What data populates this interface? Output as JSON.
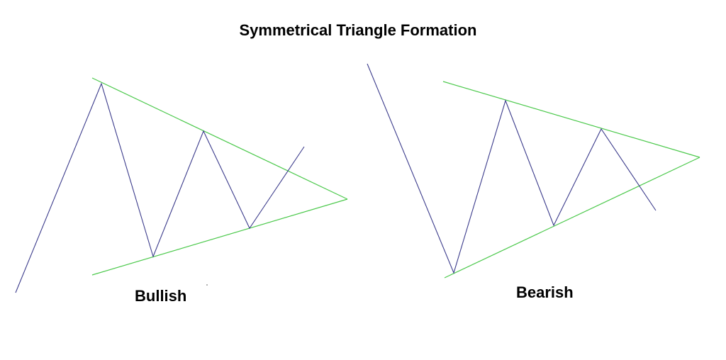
{
  "title": "Symmetrical Triangle Formation",
  "colors": {
    "trendline": "#4cc94c",
    "price": "#3c3c8c"
  },
  "patterns": [
    {
      "label": "Bullish",
      "breakout": "up"
    },
    {
      "label": "Bearish",
      "breakout": "down"
    }
  ]
}
